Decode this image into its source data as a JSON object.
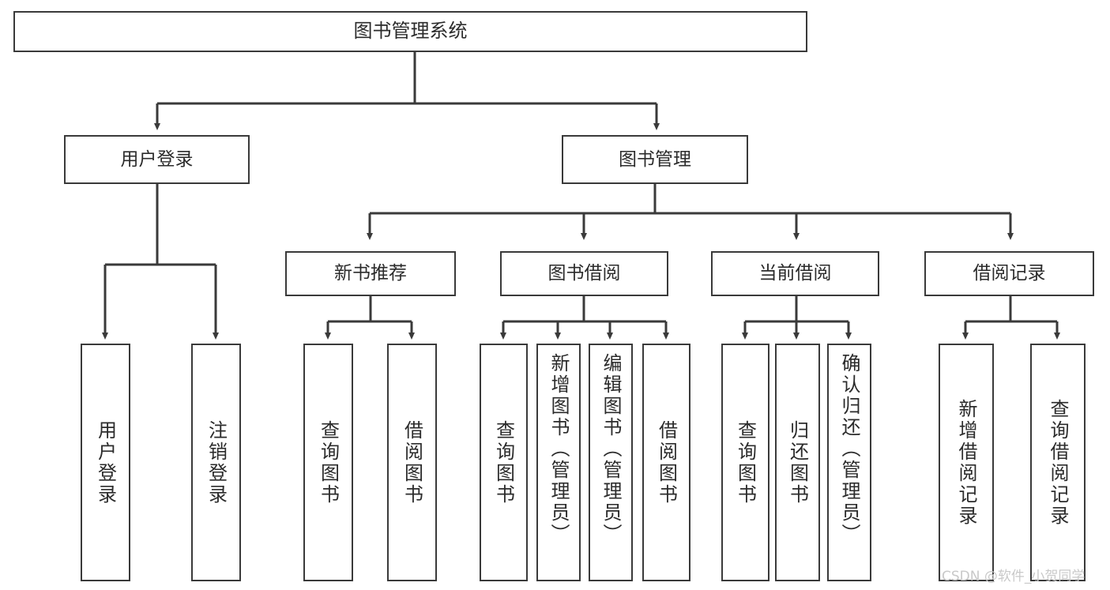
{
  "diagram": {
    "type": "tree",
    "title": "图书管理系统",
    "orientation": "top-down",
    "style": {
      "background": "#ffffff",
      "border_color": "#3a3a3a",
      "text_color": "#2b2b2b",
      "connector_color": "#3a3a3a"
    }
  },
  "nodes": {
    "root": {
      "label": "图书管理系统",
      "level": 0
    },
    "level1": [
      {
        "id": "user-login",
        "label": "用户登录",
        "level": 1
      },
      {
        "id": "book-manage",
        "label": "图书管理",
        "level": 1
      }
    ],
    "level2": [
      {
        "id": "new-book-recommend",
        "label": "新书推荐",
        "level": 2,
        "parent": "book-manage"
      },
      {
        "id": "book-borrow",
        "label": "图书借阅",
        "level": 2,
        "parent": "book-manage"
      },
      {
        "id": "current-borrow",
        "label": "当前借阅",
        "level": 2,
        "parent": "book-manage"
      },
      {
        "id": "borrow-record",
        "label": "借阅记录",
        "level": 2,
        "parent": "book-manage"
      }
    ],
    "leaves": [
      {
        "id": "leaf-user-login",
        "label": "用户登录",
        "parent": "user-login"
      },
      {
        "id": "leaf-user-logout",
        "label": "注销登录",
        "parent": "user-login"
      },
      {
        "id": "leaf-query-book-1",
        "label": "查询图书",
        "parent": "new-book-recommend"
      },
      {
        "id": "leaf-borrow-book-1",
        "label": "借阅图书",
        "parent": "new-book-recommend"
      },
      {
        "id": "leaf-query-book-2",
        "label": "查询图书",
        "parent": "book-borrow"
      },
      {
        "id": "leaf-add-book",
        "label": "新增图书（管理员）",
        "parent": "book-borrow"
      },
      {
        "id": "leaf-edit-book",
        "label": "编辑图书（管理员）",
        "parent": "book-borrow"
      },
      {
        "id": "leaf-borrow-book-2",
        "label": "借阅图书",
        "parent": "book-borrow"
      },
      {
        "id": "leaf-query-book-3",
        "label": "查询图书",
        "parent": "current-borrow"
      },
      {
        "id": "leaf-return-book",
        "label": "归还图书",
        "parent": "current-borrow"
      },
      {
        "id": "leaf-confirm-return",
        "label": "确认归还（管理员）",
        "parent": "current-borrow"
      },
      {
        "id": "leaf-add-record",
        "label": "新增借阅记录",
        "parent": "borrow-record"
      },
      {
        "id": "leaf-query-record",
        "label": "查询借阅记录",
        "parent": "borrow-record"
      }
    ]
  },
  "watermark": {
    "text": "CSDN @软件_小贺同学"
  }
}
